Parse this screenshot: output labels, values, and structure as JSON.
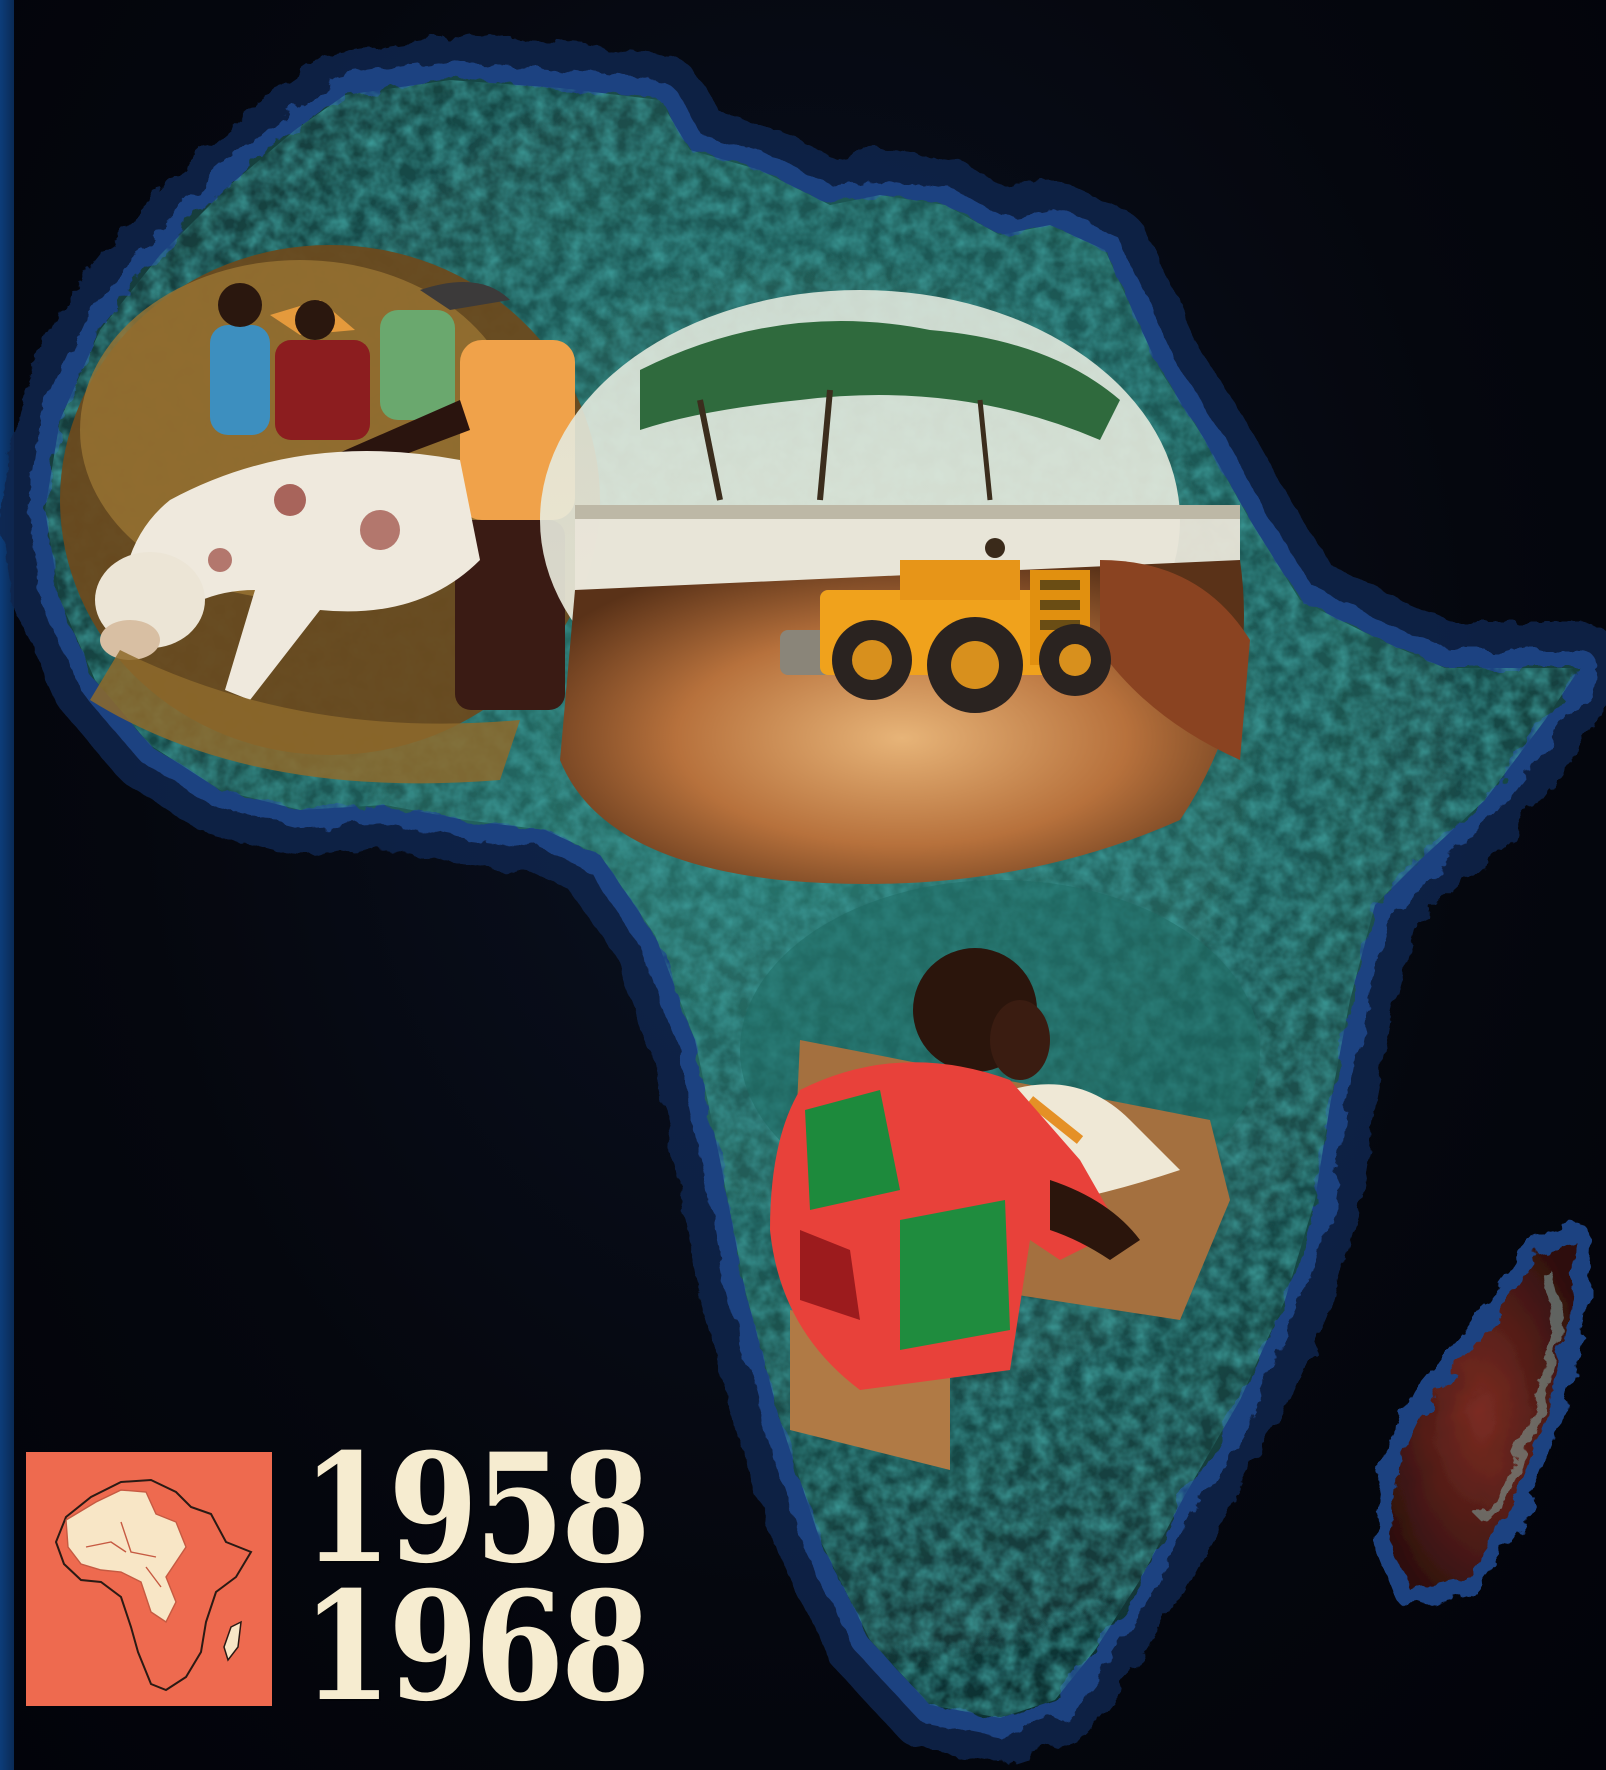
{
  "years": {
    "start": "1958",
    "end": "1968"
  },
  "colors": {
    "background": "#05070e",
    "halo": "#1d3a73",
    "continent": "#1d5a56",
    "badge": "#ee6a4f",
    "badge_map_fill": "#f8e6c6",
    "year_text": "#f6ecd0"
  },
  "scenes": [
    {
      "name": "farmers-with-cattle"
    },
    {
      "name": "bulldozer-at-construction-site"
    },
    {
      "name": "child-reading-at-desk"
    }
  ]
}
